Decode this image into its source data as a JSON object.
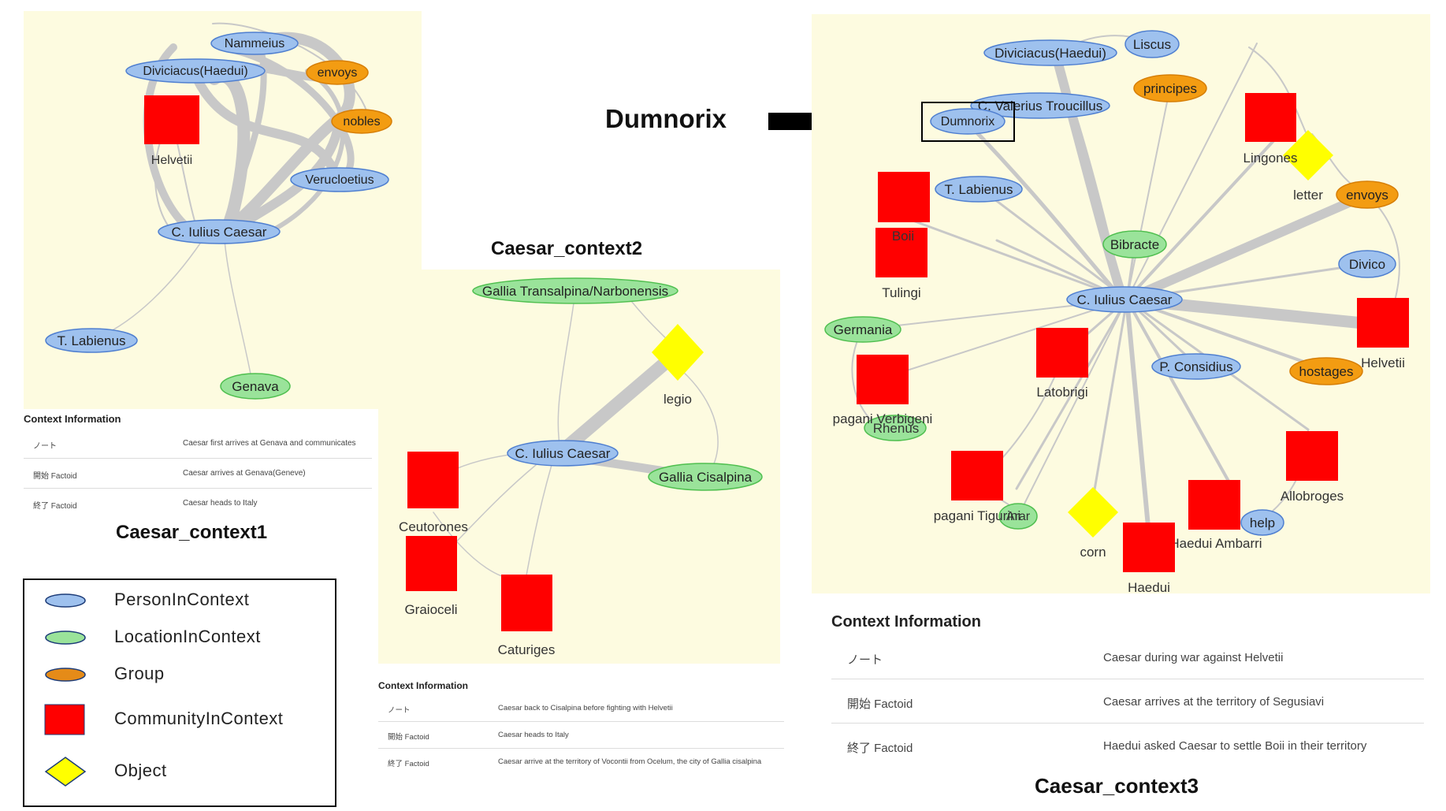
{
  "colors": {
    "person": "#9ec1ee",
    "personStroke": "#4f7fd0",
    "location": "#9ae39a",
    "locationStroke": "#4fbf4f",
    "group": "#f39c12",
    "groupStroke": "#d67e06",
    "community": "#ff0000",
    "object": "#ffff00",
    "edge": "#c8c8c8"
  },
  "context1": {
    "title": "Caesar_context1",
    "nodes": {
      "nammeius": "Nammeius",
      "diviciacus": "Diviciacus(Haedui)",
      "envoys": "envoys",
      "nobles": "nobles",
      "helvetii": "Helvetii",
      "verucloetius": "Verucloetius",
      "caesar": "C. Iulius Caesar",
      "labienus": "T. Labienus",
      "genava": "Genava"
    },
    "info": {
      "heading": "Context Information",
      "rows": [
        {
          "key": "ノート",
          "value": "Caesar first arrives at Genava and communicates"
        },
        {
          "key": "開始 Factoid",
          "value": "Caesar arrives at Genava(Geneve)"
        },
        {
          "key": "終了 Factoid",
          "value": "Caesar heads to Italy"
        }
      ]
    }
  },
  "context2": {
    "title": "Caesar_context2",
    "nodes": {
      "gallia_trans": "Gallia Transalpina/Narbonensis",
      "legio": "legio",
      "caesar": "C. Iulius Caesar",
      "gallia_cis": "Gallia Cisalpina",
      "ceutorones": "Ceutorones",
      "graioceli": "Graioceli",
      "caturiges": "Caturiges"
    },
    "info": {
      "heading": "Context Information",
      "rows": [
        {
          "key": "ノート",
          "value": "Caesar back to Cisalpina before fighting with Helvetii"
        },
        {
          "key": "開始 Factoid",
          "value": "Caesar heads to Italy"
        },
        {
          "key": "終了 Factoid",
          "value": "Caesar arrive at the territory of Vocontii from Ocelum, the city of Gallia cisalpina"
        }
      ]
    }
  },
  "context3": {
    "title": "Caesar_context3",
    "nodes": {
      "diviciacus": "Diviciacus(Haedui)",
      "liscus": "Liscus",
      "principes": "principes",
      "valerius": "C. Valerius Troucillus",
      "dumnorix": "Dumnorix",
      "lingones": "Lingones",
      "letter": "letter",
      "envoys": "envoys",
      "labienus": "T. Labienus",
      "boii": "Boii",
      "tulingi": "Tulingi",
      "bibracte": "Bibracte",
      "divico": "Divico",
      "caesar": "C. Iulius Caesar",
      "germania": "Germania",
      "helvetii": "Helvetii",
      "hostages": "hostages",
      "considius": "P. Considius",
      "latobrigi": "Latobrigi",
      "pagani_verb": "pagani Verbigeni",
      "rhenus": "Rhenus",
      "allobroges": "Allobroges",
      "pagani_tig": "pagani Tigurini",
      "arar": "Arar",
      "corn": "corn",
      "help": "help",
      "haedui_amb": "Haedui Ambarri",
      "haedui": "Haedui"
    },
    "info": {
      "heading": "Context Information",
      "rows": [
        {
          "key": "ノート",
          "value": "Caesar during war against Helvetii"
        },
        {
          "key": "開始 Factoid",
          "value": "Caesar arrives at the territory of Segusiavi"
        },
        {
          "key": "終了 Factoid",
          "value": "Haedui asked Caesar to settle Boii in their territory"
        }
      ]
    }
  },
  "callout": "Dumnorix",
  "legend": [
    {
      "shape": "person-ellipse-icon",
      "label": "PersonInContext"
    },
    {
      "shape": "location-ellipse-icon",
      "label": "LocationInContext"
    },
    {
      "shape": "group-ellipse-icon",
      "label": "Group"
    },
    {
      "shape": "community-square-icon",
      "label": "CommunityInContext"
    },
    {
      "shape": "object-diamond-icon",
      "label": "Object"
    }
  ]
}
